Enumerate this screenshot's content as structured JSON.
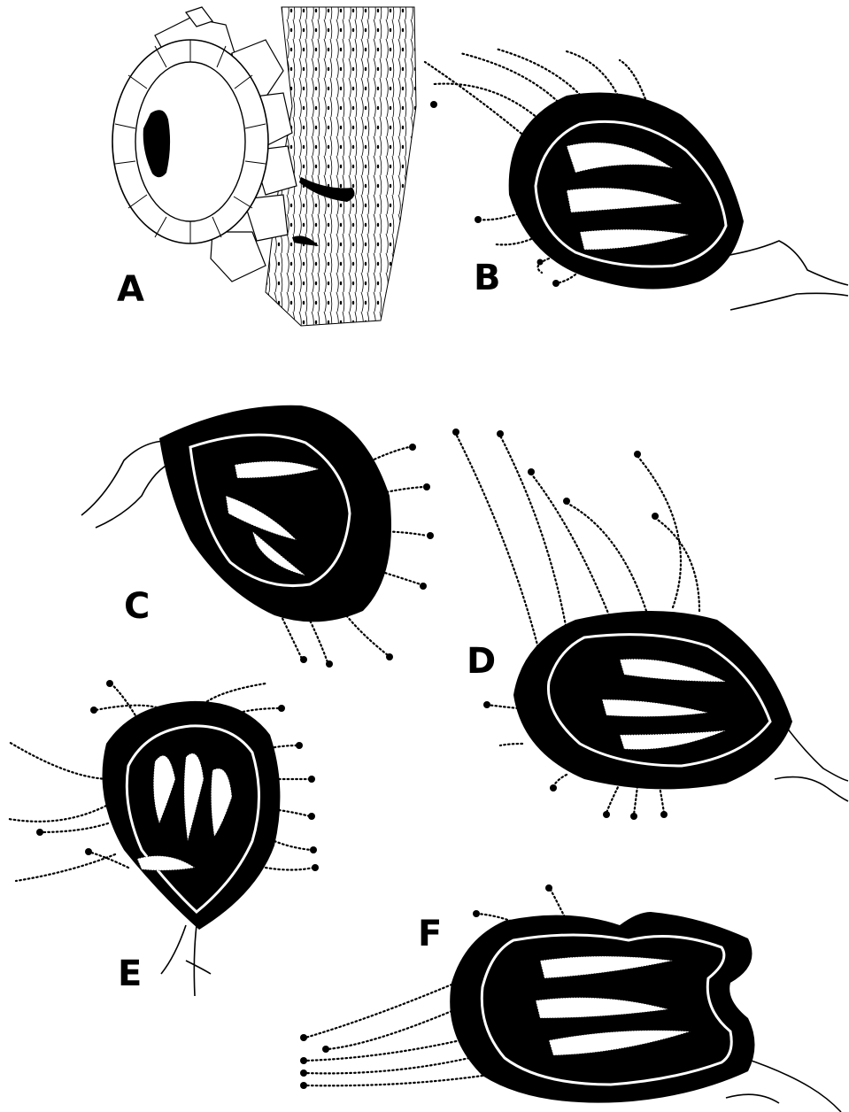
{
  "figure": {
    "panels": [
      {
        "id": "A",
        "label": "A"
      },
      {
        "id": "B",
        "label": "B"
      },
      {
        "id": "C",
        "label": "C"
      },
      {
        "id": "D",
        "label": "D"
      },
      {
        "id": "E",
        "label": "E"
      },
      {
        "id": "F",
        "label": "F"
      }
    ]
  },
  "style": {
    "ink_color": "#000000",
    "background_color": "#ffffff"
  }
}
